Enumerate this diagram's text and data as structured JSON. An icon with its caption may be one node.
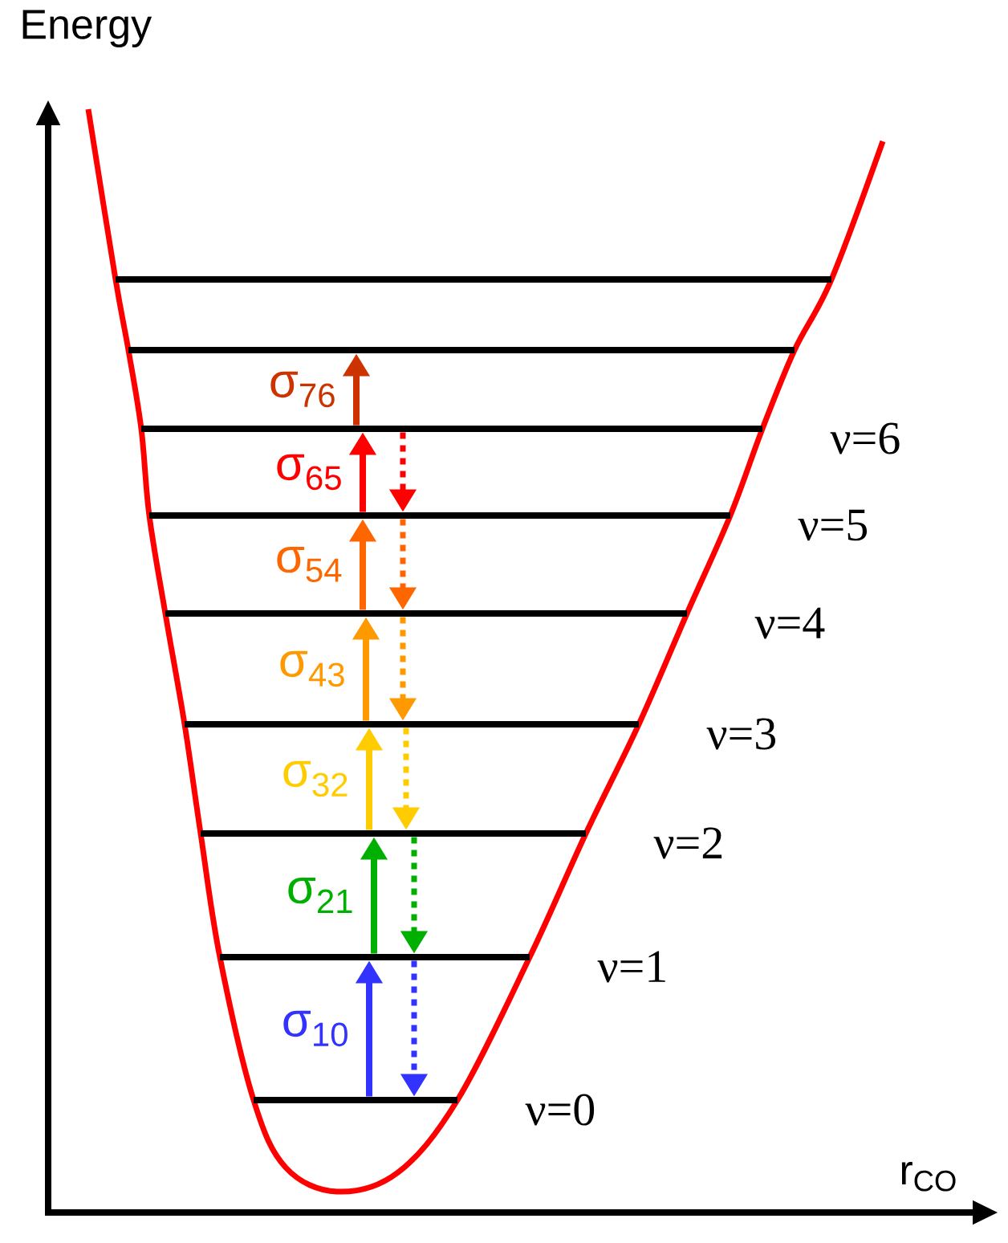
{
  "diagram": {
    "nodes": [
      {
        "text": [],
        "shape": "bar"
      },
      {
        "text": [],
        "shape": "bar"
      },
      {
        "text": [],
        "shape": "bar",
        "beside": [
          "ν=6"
        ]
      },
      {
        "text": [],
        "shape": "bar",
        "beside": [
          "ν=5"
        ]
      },
      {
        "text": [],
        "shape": "bar",
        "beside": [
          "ν=4"
        ]
      },
      {
        "text": [],
        "shape": "bar",
        "beside": [
          "ν=3"
        ]
      },
      {
        "text": [],
        "shape": "bar",
        "beside": [
          "ν=2"
        ]
      },
      {
        "text": [],
        "shape": "bar",
        "beside": [
          "ν=1"
        ]
      },
      {
        "text": [],
        "shape": "bar",
        "beside": [
          "ν=0"
        ]
      }
    ],
    "edges": [
      {
        "from": 8,
        "to": 7,
        "arrow": "to",
        "label": "σ$_{10}$",
        "color": "#3333ff"
      },
      {
        "from": 7,
        "to": 8,
        "arrow": "to",
        "style": "dashed",
        "color": "#3333ff"
      },
      {
        "from": 7,
        "to": 6,
        "arrow": "to",
        "label": "σ$_{21}$",
        "color": "#00b000"
      },
      {
        "from": 6,
        "to": 7,
        "arrow": "to",
        "style": "dashed",
        "color": "#00b000"
      },
      {
        "from": 6,
        "to": 5,
        "arrow": "to",
        "label": "σ$_{32}$",
        "color": "#ffcc00"
      },
      {
        "from": 5,
        "to": 6,
        "arrow": "to",
        "style": "dashed",
        "color": "#ffcc00"
      },
      {
        "from": 5,
        "to": 4,
        "arrow": "to",
        "label": "σ$_{43}$",
        "color": "#ff9900"
      },
      {
        "from": 4,
        "to": 5,
        "arrow": "to",
        "style": "dashed",
        "color": "#ff9900"
      },
      {
        "from": 4,
        "to": 3,
        "arrow": "to",
        "label": "σ$_{54}$",
        "color": "#ff6600"
      },
      {
        "from": 3,
        "to": 4,
        "arrow": "to",
        "style": "dashed",
        "color": "#ff6600"
      },
      {
        "from": 3,
        "to": 2,
        "arrow": "to",
        "label": "σ$_{65}$",
        "color": "#ff0000"
      },
      {
        "from": 2,
        "to": 3,
        "arrow": "to",
        "style": "dashed",
        "color": "#ff0000"
      },
      {
        "from": 2,
        "to": 1,
        "arrow": "to",
        "label": "σ$_{76}$",
        "color": "#cc3300"
      }
    ],
    "labels": [
      "Energy",
      "r$_{CO}$"
    ]
  }
}
